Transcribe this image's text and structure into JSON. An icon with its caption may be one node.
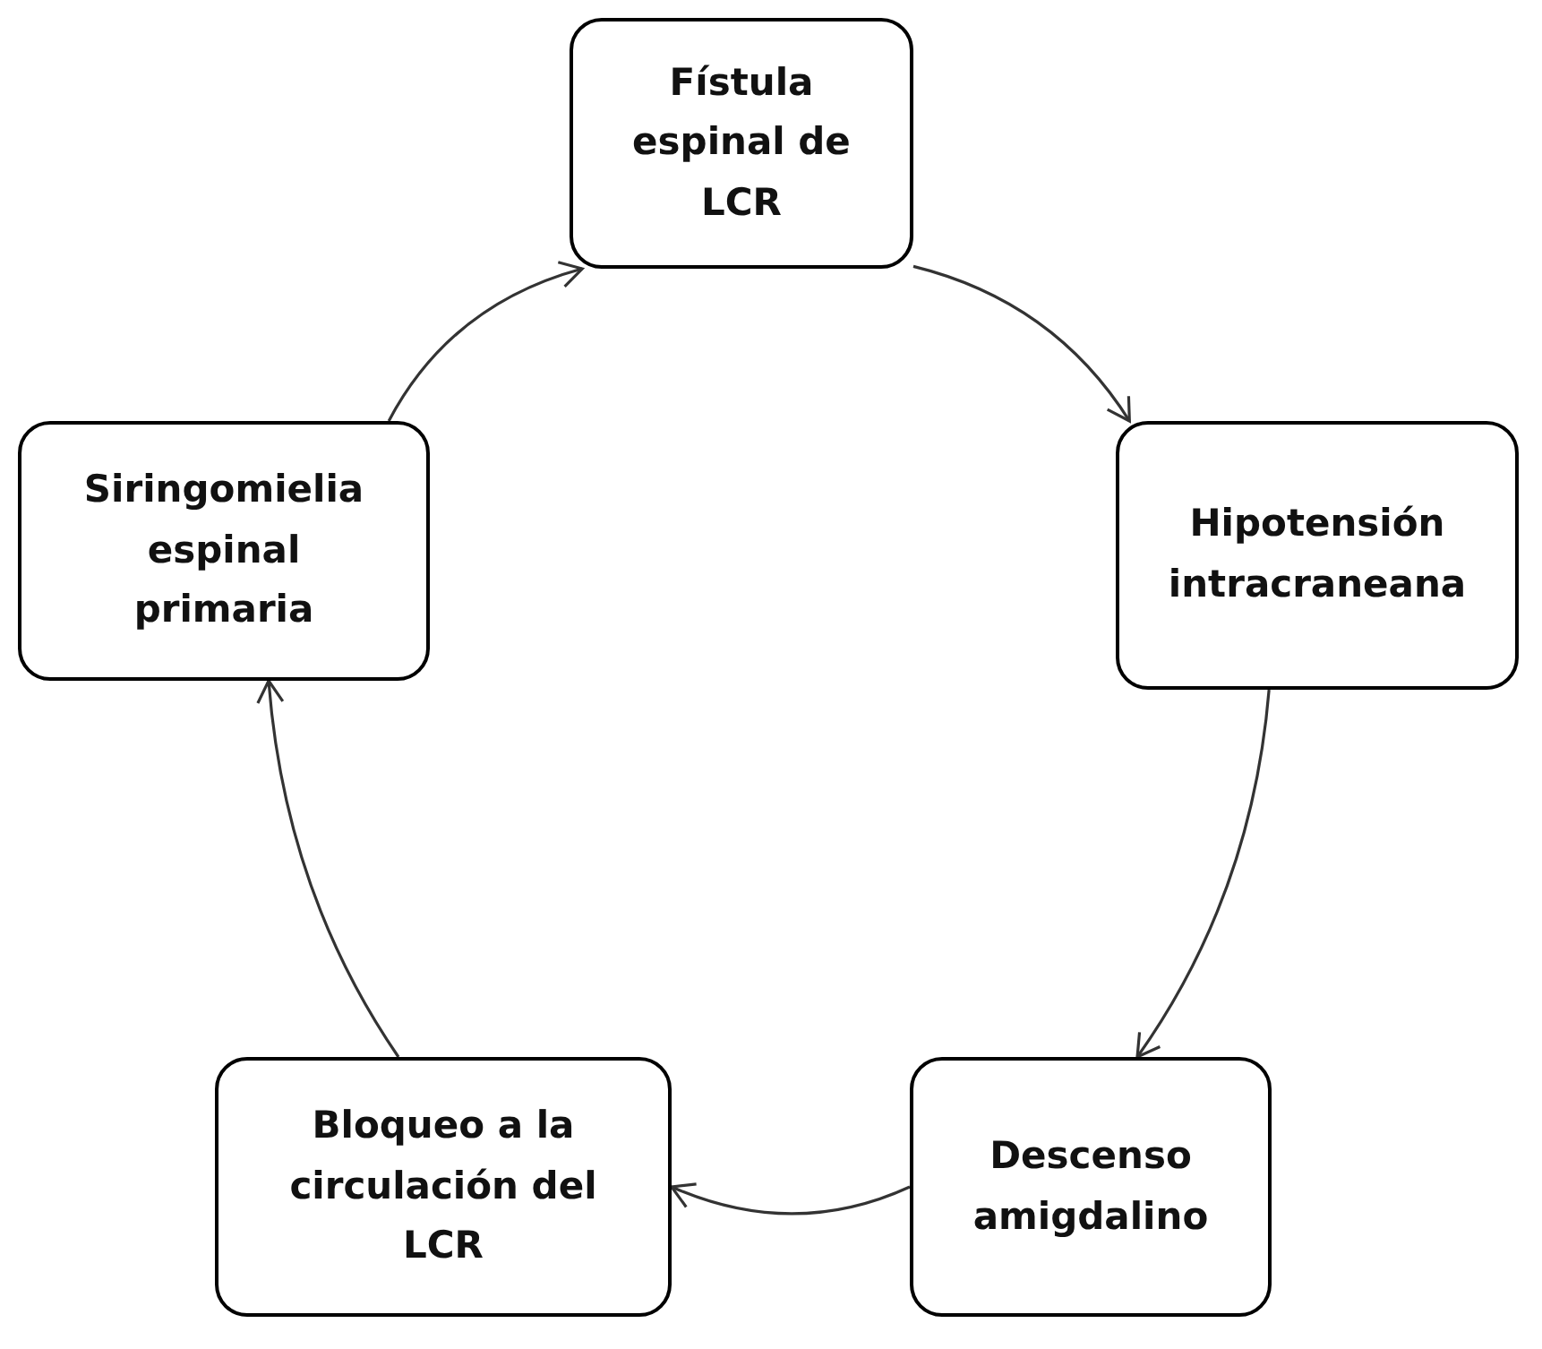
{
  "diagram": {
    "nodes": [
      {
        "text": [
          "Fístula espinal de LCR"
        ]
      },
      {
        "text": [
          "Hipotensión intracraneana"
        ]
      },
      {
        "text": [
          "Descenso amigdalino"
        ]
      },
      {
        "text": [
          "Bloqueo a la circulación del LCR"
        ]
      },
      {
        "text": [
          "Siringomielia espinal primaria"
        ]
      }
    ],
    "edges": [
      {
        "from": 0,
        "to": 1,
        "arrow": "to"
      },
      {
        "from": 1,
        "to": 2,
        "arrow": "to"
      },
      {
        "from": 2,
        "to": 3,
        "arrow": "to"
      },
      {
        "from": 3,
        "to": 4,
        "arrow": "to"
      },
      {
        "from": 4,
        "to": 0,
        "arrow": "to"
      }
    ]
  }
}
